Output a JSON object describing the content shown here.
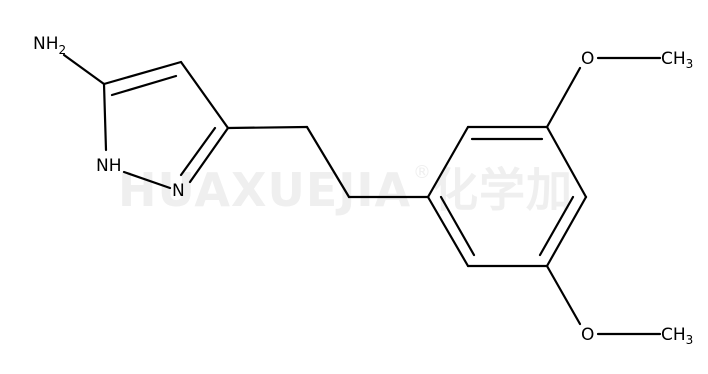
{
  "watermark": {
    "latin": "HUAXUEJIA",
    "registered": "®",
    "chinese": "化学加"
  },
  "atoms": {
    "amine": {
      "element": "NH",
      "subscript": "2"
    },
    "ring_nh": {
      "element": "NH"
    },
    "ring_n": {
      "element": "N"
    },
    "methoxy_top": {
      "oxygen": "O",
      "carbon": "CH",
      "subscript": "3"
    },
    "methoxy_bottom": {
      "oxygen": "O",
      "carbon": "CH",
      "subscript": "3"
    }
  },
  "colors": {
    "bond": "#000000",
    "watermark": "#efefef",
    "background": "#ffffff"
  }
}
